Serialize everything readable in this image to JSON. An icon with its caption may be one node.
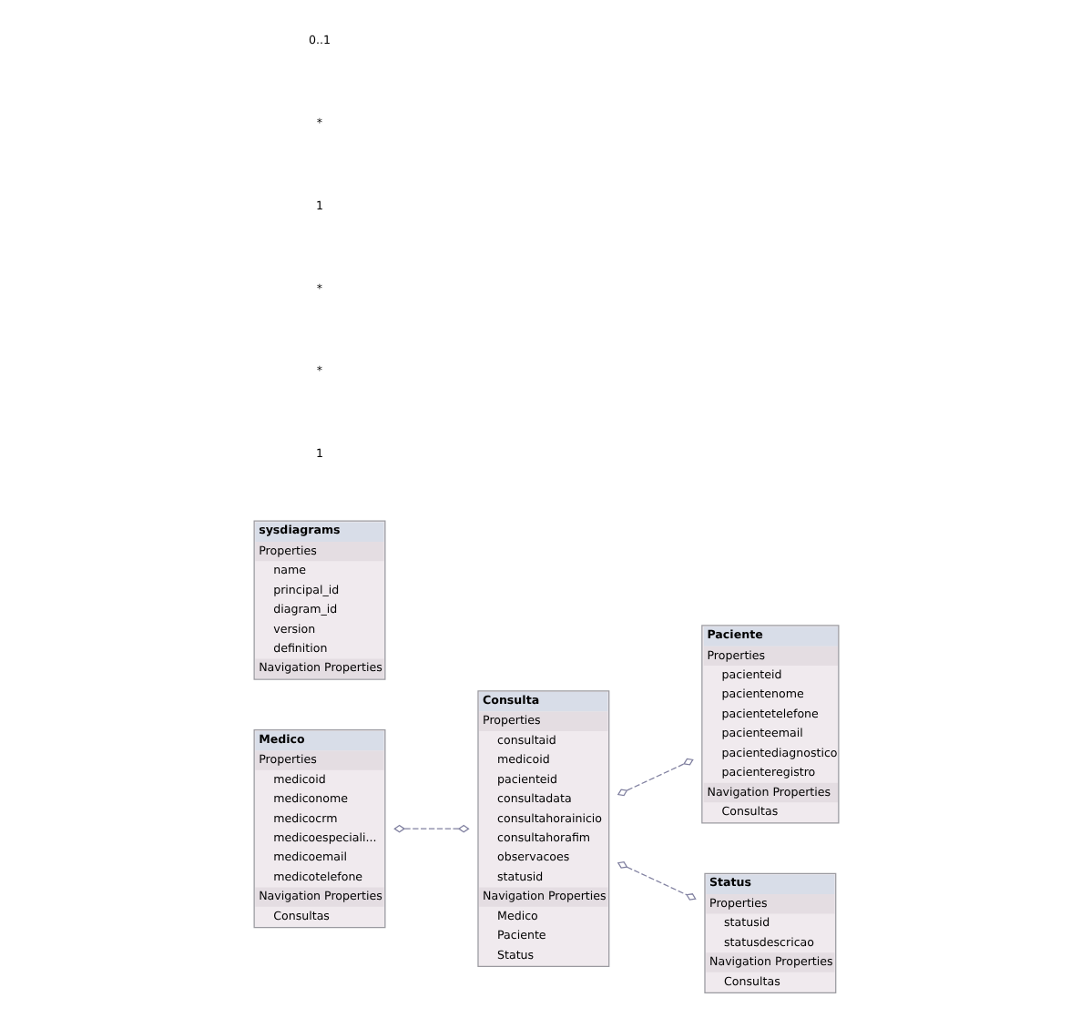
{
  "diagram": {
    "nodes": [
      {
        "text": [
          "Medico",
          "Properties",
          "medicoid",
          "mediconome",
          "medicocrm",
          "medicoespeciali...",
          "medicoemail",
          "medicotelefone",
          "Navigation Properties",
          "Consultas"
        ]
      },
      {
        "text": [
          "Consulta",
          "Properties",
          "consultaid",
          "medicoid",
          "pacienteid",
          "consultadata",
          "consultahorainicio",
          "consultahorafim",
          "observacoes",
          "statusid",
          "Navigation Properties",
          "Medico",
          "Paciente",
          "Status"
        ]
      },
      {
        "text": [
          "Paciente",
          "Properties",
          "pacienteid",
          "pacientenome",
          "pacientetelefone",
          "pacienteemail",
          "pacientediagnostico",
          "pacienteregistro",
          "Navigation Properties",
          "Consultas"
        ]
      },
      {
        "text": [
          "Status",
          "Properties",
          "statusid",
          "statusdescricao",
          "Navigation Properties",
          "Consultas"
        ]
      },
      {
        "text": [
          "sysdiagrams",
          "Properties",
          "name",
          "principal_id",
          "diagram_id",
          "version",
          "definition",
          "Navigation Properties"
        ]
      }
    ],
    "edges": [
      {
        "from": 0,
        "to": 1,
        "arrow": "other",
        "style": "dashed"
      },
      {
        "from": 1,
        "to": 2,
        "arrow": "other",
        "style": "dashed"
      },
      {
        "from": 1,
        "to": 3,
        "arrow": "other",
        "style": "dashed"
      }
    ],
    "labels": [
      "1",
      "*",
      "*",
      "1",
      "*",
      "0..1"
    ]
  }
}
